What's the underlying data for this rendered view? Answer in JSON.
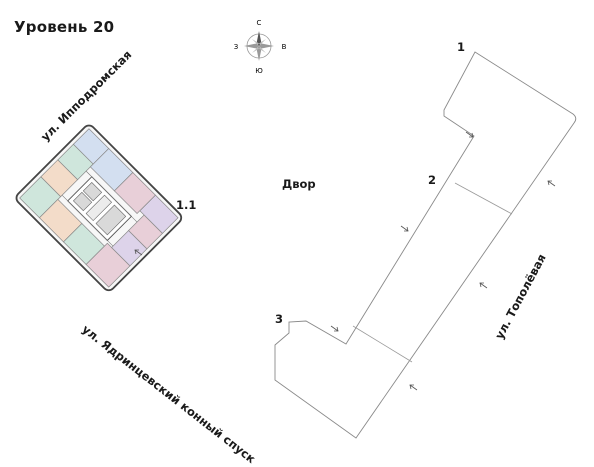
{
  "level_title": "Уровень 20",
  "compass": {
    "n": "С",
    "s": "Ю",
    "w": "З",
    "e": "В"
  },
  "streets": {
    "ippodromskaya": "ул. Ипподромская",
    "yadrintsevsky": "ул. Ядринцевский конный спуск",
    "topolevaya": "ул. Тополёвая"
  },
  "courtyard_label": "Двор",
  "section_labels": {
    "current": "1.1",
    "s1": "1",
    "s2": "2",
    "s3": "3"
  },
  "colors": {
    "outline": "#7a7a7a",
    "apt_pink": "#e8cfd8",
    "apt_peach": "#f3dcc9",
    "apt_mint": "#cfe6dc",
    "apt_blue": "#d3dff0",
    "apt_lilac": "#ddd3ea"
  },
  "icons": [
    "compass-rose-icon",
    "entrance-arrow-icon"
  ]
}
